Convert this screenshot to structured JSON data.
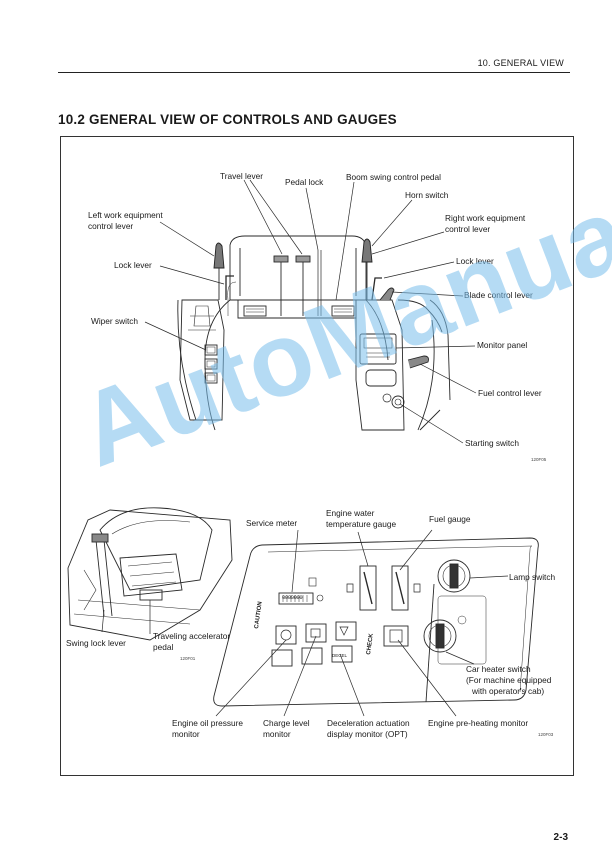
{
  "header": {
    "chapter": "10. GENERAL VIEW"
  },
  "section": {
    "title": "10.2  GENERAL VIEW OF CONTROLS AND GAUGES"
  },
  "upper_figure": {
    "labels": {
      "travel_lever": "Travel lever",
      "pedal_lock": "Pedal lock",
      "boom_swing_control_pedal": "Boom swing control pedal",
      "horn_switch": "Horn switch",
      "left_work_equipment_1": "Left work equipment",
      "left_work_equipment_2": "control lever",
      "right_work_equipment_1": "Right work equipment",
      "right_work_equipment_2": "control lever",
      "lock_lever_left": "Lock lever",
      "lock_lever_right": "Lock lever",
      "blade_control_lever": "Blade control lever",
      "wiper_switch": "Wiper switch",
      "monitor_panel": "Monitor panel",
      "fuel_control_lever": "Fuel control lever",
      "starting_switch": "Starting switch"
    },
    "ref": "120F05"
  },
  "lower_left_figure": {
    "labels": {
      "swing_lock_lever": "Swing lock lever",
      "traveling_accelerator_1": "Traveling accelerator",
      "traveling_accelerator_2": "pedal"
    },
    "ref": "120F01"
  },
  "monitor_figure": {
    "labels": {
      "engine_water_1": "Engine  water",
      "engine_water_2": "temperature gauge",
      "fuel_gauge": "Fuel gauge",
      "service_meter": "Service meter",
      "lamp_switch": "Lamp switch",
      "car_heater_1": "Car heater switch",
      "car_heater_2": "(For machine equipped",
      "car_heater_3": "with operator's cab)",
      "engine_oil_1": "Engine oil pressure",
      "engine_oil_2": "monitor",
      "charge_level_1": "Charge level",
      "charge_level_2": "monitor",
      "decel_1": "Deceleration actuation",
      "decel_2": "display monitor (OPT)",
      "preheat": "Engine pre-heating monitor",
      "caution": "CAUTION",
      "check": "CHECK",
      "meter_digits": "0000000",
      "decel_icon": "DECEL"
    },
    "ref": "120F03"
  },
  "watermark": "AutoManual",
  "footer": {
    "page_number": "2-3"
  }
}
